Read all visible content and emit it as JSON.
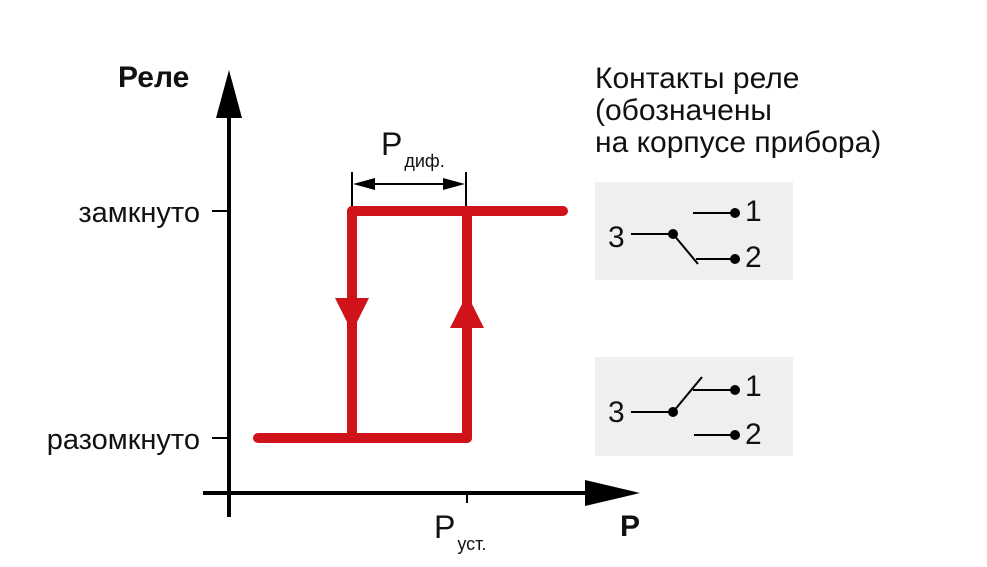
{
  "axes": {
    "y_label": "Реле",
    "x_label": "P",
    "y_ticks": [
      "замкнуто",
      "разомкнуто"
    ],
    "x_tick": {
      "main": "P",
      "sub": "уст."
    }
  },
  "differential": {
    "main": "P",
    "sub": "диф."
  },
  "contacts": {
    "title_lines": [
      "Контакты реле",
      "(обозначены",
      "на корпусе прибора)"
    ],
    "closed_state": {
      "common": "3",
      "no": "1",
      "nc": "2"
    },
    "open_state": {
      "common": "3",
      "no": "1",
      "nc": "2"
    }
  },
  "colors": {
    "curve": "#d0121b",
    "axis": "#000000",
    "panel": "#efefef"
  }
}
